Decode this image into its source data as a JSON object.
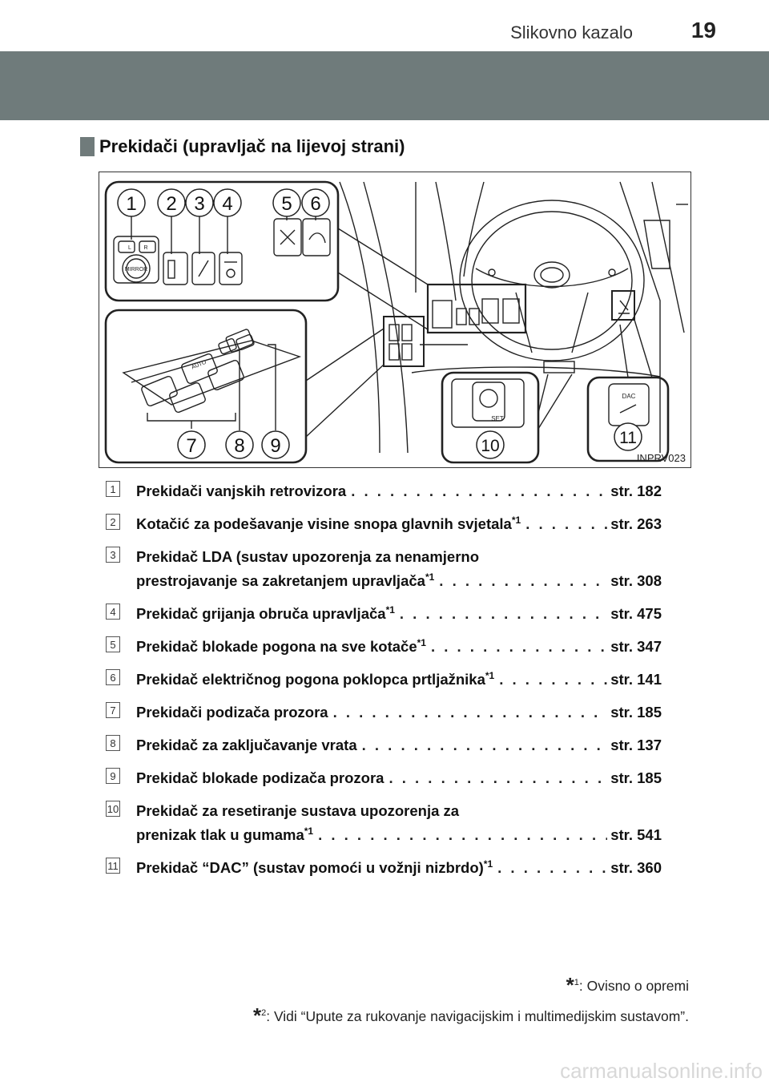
{
  "header": {
    "section": "Slikovno kazalo",
    "page": "19"
  },
  "heading": "Prekidači (upravljač na lijevoj strani)",
  "figure": {
    "code": "INPRV023",
    "callouts": [
      "1",
      "2",
      "3",
      "4",
      "5",
      "6",
      "7",
      "8",
      "9",
      "10",
      "11"
    ],
    "labels": {
      "mirror": "MIRROR",
      "set": "SET",
      "dac": "DAC",
      "auto": "AUTO",
      "r": "R",
      "l": "L"
    }
  },
  "items": [
    {
      "num": "1",
      "lines": [
        {
          "text": "Prekidači vanjskih retrovizora",
          "sup": "",
          "ref": "str. 182"
        }
      ]
    },
    {
      "num": "2",
      "lines": [
        {
          "text": "Kotačić za podešavanje visine snopa glavnih svjetala",
          "sup": "*1",
          "ref": "str. 263"
        }
      ]
    },
    {
      "num": "3",
      "lines": [
        {
          "text": "Prekidač LDA (sustav upozorenja za nenamjerno",
          "sup": "",
          "ref": ""
        },
        {
          "text": "prestrojavanje sa zakretanjem upravljača",
          "sup": "*1",
          "ref": "str. 308"
        }
      ]
    },
    {
      "num": "4",
      "lines": [
        {
          "text": "Prekidač grijanja obruča upravljača",
          "sup": "*1",
          "ref": "str. 475"
        }
      ]
    },
    {
      "num": "5",
      "lines": [
        {
          "text": "Prekidač blokade pogona na sve kotače",
          "sup": "*1",
          "ref": "str. 347"
        }
      ]
    },
    {
      "num": "6",
      "lines": [
        {
          "text": "Prekidač električnog pogona poklopca prtljažnika",
          "sup": "*1",
          "ref": "str. 141"
        }
      ]
    },
    {
      "num": "7",
      "lines": [
        {
          "text": "Prekidači podizača prozora",
          "sup": "",
          "ref": "str. 185"
        }
      ]
    },
    {
      "num": "8",
      "lines": [
        {
          "text": "Prekidač za zaključavanje vrata",
          "sup": "",
          "ref": "str. 137"
        }
      ]
    },
    {
      "num": "9",
      "lines": [
        {
          "text": "Prekidač blokade podizača prozora",
          "sup": "",
          "ref": "str. 185"
        }
      ]
    },
    {
      "num": "10",
      "lines": [
        {
          "text": "Prekidač za resetiranje sustava upozorenja za",
          "sup": "",
          "ref": ""
        },
        {
          "text": "prenizak tlak u gumama",
          "sup": "*1",
          "ref": "str. 541"
        }
      ]
    },
    {
      "num": "11",
      "lines": [
        {
          "text": "Prekidač “DAC” (sustav pomoći u vožnji nizbrdo)",
          "sup": "*1",
          "ref": "str. 360"
        }
      ]
    }
  ],
  "footnotes": [
    {
      "mark": "*",
      "sup": "1",
      "text": ": Ovisno o opremi"
    },
    {
      "mark": "*",
      "sup": "2",
      "text": ": Vidi “Upute za rukovanje navigacijskim i multimedijskim sustavom”."
    }
  ],
  "watermark": "carmanualsonline.info"
}
